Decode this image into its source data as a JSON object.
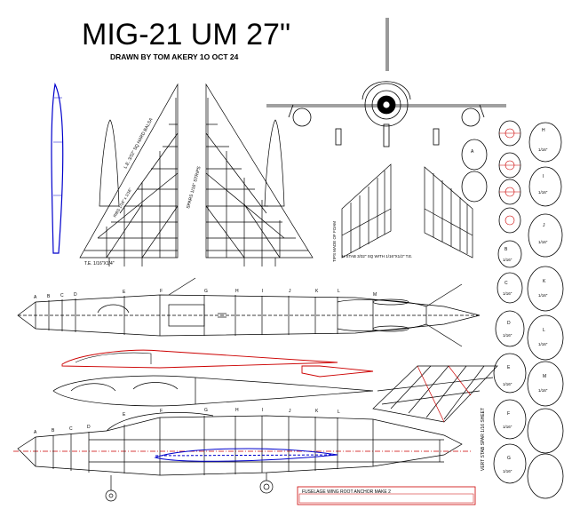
{
  "title": "MIG-21 UM 27\"",
  "subtitle": "DRAWN BY TOM AKERY 1O OCT 24",
  "notes": {
    "le": "L.E. 3/32\" SQ HARD BALSA",
    "spars": "SPARS 1/16\" STRIPS",
    "ribs": "RIBS 1/16\" x 1/16\"",
    "te": "T.E. 1/16\"X1/4\"",
    "tips": "TIPS MADE OF FOAM",
    "hstab": "H STAB 3/32\" SQ WITH 1/16\"X1/2\" T.E.",
    "vstab": "VERT STAB SPAR 1/16 SHEET",
    "anchor": "FUSELAGE WING ROOT ANCHOR MAKE 2"
  },
  "station_letters": [
    "A",
    "B",
    "C",
    "D",
    "E",
    "F",
    "G",
    "H",
    "I",
    "J",
    "K",
    "L",
    "M"
  ],
  "former_labels": [
    {
      "letter": "A",
      "size": ""
    },
    {
      "letter": "B",
      "size": "1/16\""
    },
    {
      "letter": "C",
      "size": "1/16\""
    },
    {
      "letter": "D",
      "size": "1/16\""
    },
    {
      "letter": "E",
      "size": "1/16\""
    },
    {
      "letter": "F",
      "size": "1/16\""
    },
    {
      "letter": "G",
      "size": "1/16\""
    },
    {
      "letter": "H",
      "size": "1/16\""
    },
    {
      "letter": "I",
      "size": "1/16\""
    },
    {
      "letter": "J",
      "size": "1/16\""
    },
    {
      "letter": "K",
      "size": "1/16\""
    },
    {
      "letter": "L",
      "size": "1/16\""
    },
    {
      "letter": "M",
      "size": "1/16\""
    }
  ],
  "colors": {
    "ink": "#000000",
    "red": "#cc0000",
    "blue": "#0000cc"
  }
}
